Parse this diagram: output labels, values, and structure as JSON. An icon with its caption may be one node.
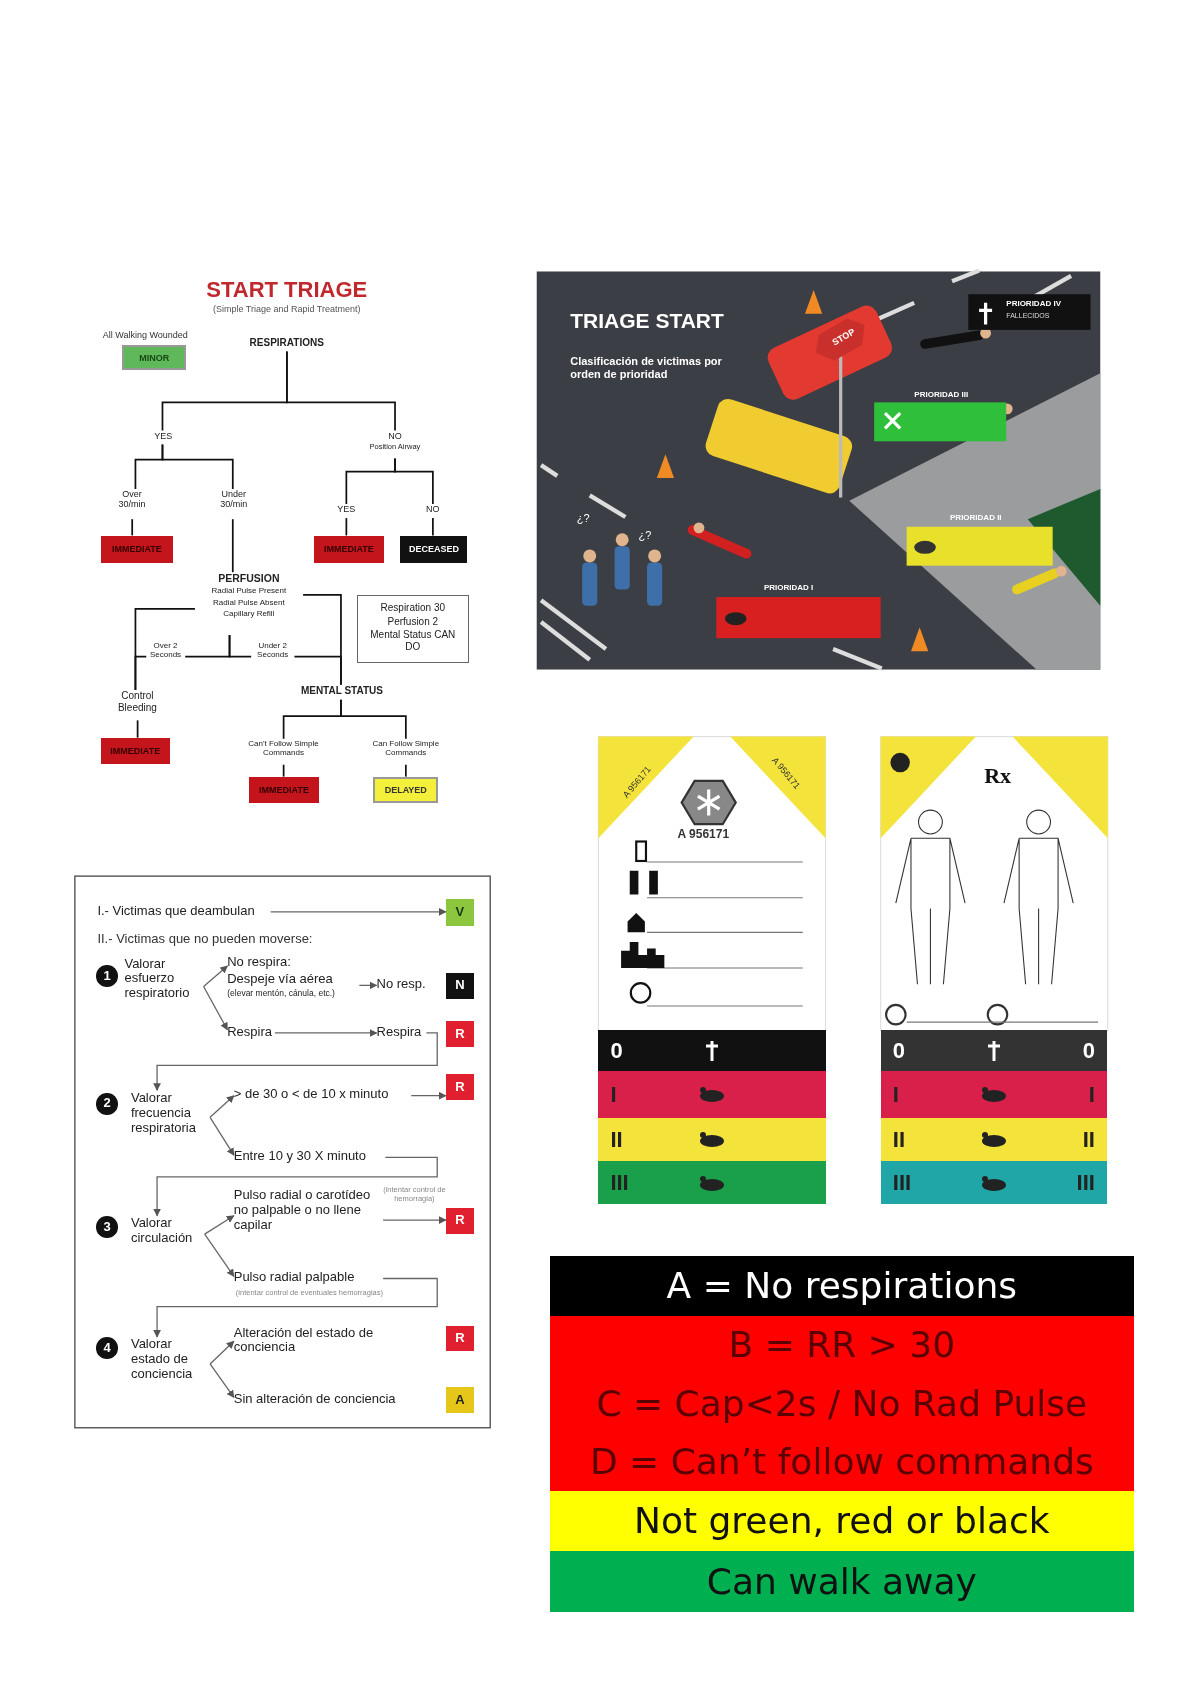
{
  "diagram": {
    "nodes": [
      {
        "text": [
          "All Walking Wounded",
          "MINOR"
        ]
      },
      {
        "text": [
          "RESPIRATIONS"
        ]
      },
      {
        "text": [
          "YES"
        ]
      },
      {
        "text": [
          "NO",
          "Position Airway"
        ]
      },
      {
        "text": [
          "Over 30/min"
        ]
      },
      {
        "text": [
          "Under 30/min"
        ]
      },
      {
        "text": [
          "YES"
        ]
      },
      {
        "text": [
          "NO"
        ]
      },
      {
        "text": [
          "IMMEDIATE"
        ]
      },
      {
        "text": [
          "IMMEDIATE"
        ]
      },
      {
        "text": [
          "DECEASED"
        ]
      },
      {
        "text": [
          "PERFUSION",
          "Radial Pulse Present",
          "Radial Pulse Absent",
          "Capillary Refill"
        ]
      },
      {
        "text": [
          "Respiration 30",
          "Perfusion 2",
          "Mental Status CAN DO"
        ]
      },
      {
        "text": [
          "Over 2 Seconds"
        ]
      },
      {
        "text": [
          "Under 2 Seconds"
        ]
      },
      {
        "text": [
          "Control Bleeding"
        ]
      },
      {
        "text": [
          "MENTAL STATUS"
        ]
      },
      {
        "text": [
          "IMMEDIATE"
        ]
      },
      {
        "text": [
          "Can't Follow Simple Commands"
        ]
      },
      {
        "text": [
          "Can Follow Simple Commands"
        ]
      },
      {
        "text": [
          "IMMEDIATE"
        ]
      },
      {
        "text": [
          "DELAYED"
        ]
      },
      {
        "text": [
          "I.- Victimas que deambulan"
        ]
      },
      {
        "text": [
          "V"
        ]
      },
      {
        "text": [
          "1"
        ]
      },
      {
        "text": [
          "Valorar esfuerzo respiratorio"
        ]
      },
      {
        "text": [
          "No respira:",
          "Despeje vía aérea",
          "(elevar mentón, cánula, etc.)"
        ]
      },
      {
        "text": [
          "No resp."
        ]
      },
      {
        "text": [
          "N"
        ]
      },
      {
        "text": [
          "Respira"
        ]
      },
      {
        "text": [
          "Respira"
        ]
      },
      {
        "text": [
          "R"
        ]
      },
      {
        "text": [
          "2"
        ]
      },
      {
        "text": [
          "Valorar frecuencia respiratoria"
        ]
      },
      {
        "text": [
          "> de 30 o < de 10 x minuto"
        ]
      },
      {
        "text": [
          "R"
        ]
      },
      {
        "text": [
          "Entre 10 y 30 X minuto"
        ]
      },
      {
        "text": [
          "3"
        ]
      },
      {
        "text": [
          "Valorar circulación"
        ]
      },
      {
        "text": [
          "Pulso radial o carotídeo no palpable o no llene capilar"
        ]
      },
      {
        "text": [
          "R"
        ]
      },
      {
        "text": [
          "Pulso radial palpable"
        ]
      },
      {
        "text": [
          "4"
        ]
      },
      {
        "text": [
          "Valorar estado de conciencia"
        ]
      },
      {
        "text": [
          "Alteración del estado de conciencia"
        ]
      },
      {
        "text": [
          "R"
        ]
      },
      {
        "text": [
          "Sin alteración de conciencia"
        ]
      },
      {
        "text": [
          "A"
        ]
      },
      {
        "text": [
          "0"
        ]
      },
      {
        "text": [
          "I"
        ]
      },
      {
        "text": [
          "II"
        ]
      },
      {
        "text": [
          "III"
        ]
      },
      {
        "text": [
          "0",
          "0"
        ]
      },
      {
        "text": [
          "I",
          "I"
        ]
      },
      {
        "text": [
          "II",
          "II"
        ]
      },
      {
        "text": [
          "III",
          "III"
        ]
      },
      {
        "text": [
          "A = No respirations"
        ]
      },
      {
        "text": [
          "B = RR > 30",
          "C = Cap<2s / No Rad Pulse",
          "D = Can’t follow commands"
        ]
      },
      {
        "text": [
          "Not green, red or black"
        ]
      },
      {
        "text": [
          "Can walk away"
        ]
      }
    ],
    "edges": [
      {
        "from": 1,
        "to": 2,
        "arrow": "none"
      },
      {
        "from": 1,
        "to": 3,
        "arrow": "none"
      },
      {
        "from": 2,
        "to": 4,
        "arrow": "none"
      },
      {
        "from": 2,
        "to": 5,
        "arrow": "none"
      },
      {
        "from": 4,
        "to": 8,
        "arrow": "none"
      },
      {
        "from": 5,
        "to": 11,
        "arrow": "none"
      },
      {
        "from": 3,
        "to": 6,
        "arrow": "none"
      },
      {
        "from": 3,
        "to": 7,
        "arrow": "none"
      },
      {
        "from": 6,
        "to": 9,
        "arrow": "none"
      },
      {
        "from": 7,
        "to": 10,
        "arrow": "none"
      },
      {
        "from": 11,
        "to": 15,
        "arrow": "none"
      },
      {
        "from": 11,
        "to": 13,
        "arrow": "none"
      },
      {
        "from": 11,
        "to": 14,
        "arrow": "none"
      },
      {
        "from": 13,
        "to": 15,
        "arrow": "none"
      },
      {
        "from": 11,
        "to": 16,
        "arrow": "none"
      },
      {
        "from": 14,
        "to": 16,
        "arrow": "none"
      },
      {
        "from": 15,
        "to": 17,
        "arrow": "none"
      },
      {
        "from": 16,
        "to": 18,
        "arrow": "none"
      },
      {
        "from": 16,
        "to": 19,
        "arrow": "none"
      },
      {
        "from": 18,
        "to": 20,
        "arrow": "none"
      },
      {
        "from": 19,
        "to": 21,
        "arrow": "none"
      },
      {
        "from": 22,
        "to": 23,
        "arrow": "to"
      },
      {
        "from": 25,
        "to": 26,
        "arrow": "to"
      },
      {
        "from": 25,
        "to": 29,
        "arrow": "to"
      },
      {
        "from": 26,
        "to": 27,
        "arrow": "to"
      },
      {
        "from": 29,
        "to": 30,
        "arrow": "to"
      },
      {
        "from": 30,
        "to": 33,
        "arrow": "to"
      },
      {
        "from": 33,
        "to": 34,
        "arrow": "to"
      },
      {
        "from": 33,
        "to": 36,
        "arrow": "to"
      },
      {
        "from": 34,
        "to": 35,
        "arrow": "to"
      },
      {
        "from": 36,
        "to": 38,
        "arrow": "to"
      },
      {
        "from": 38,
        "to": 39,
        "arrow": "to"
      },
      {
        "from": 38,
        "to": 41,
        "arrow": "to"
      },
      {
        "from": 39,
        "to": 40,
        "arrow": "to",
        "label": "(intentar control de hemorragia)"
      },
      {
        "from": 41,
        "to": 43,
        "arrow": "to",
        "label": "(intentar control de eventuales hemorragias)"
      },
      {
        "from": 43,
        "to": 44,
        "arrow": "to"
      },
      {
        "from": 43,
        "to": 46,
        "arrow": "to"
      }
    ],
    "labels": [
      "START TRIAGE",
      "(Simple Triage and Rapid Treatment)",
      "TRIAGE START",
      "Clasificación de victimas por orden de prioridad",
      "PRIORIDAD IV",
      "FALLECIDOS",
      "STOP",
      "PRIORIDAD III",
      "¿?",
      "¿?",
      "PRIORIDAD II",
      "PRIORIDAD I",
      "A 956171",
      "A 956171",
      "A 956171",
      "Rx",
      "II.- Victimas que no pueden moverse:"
    ]
  }
}
